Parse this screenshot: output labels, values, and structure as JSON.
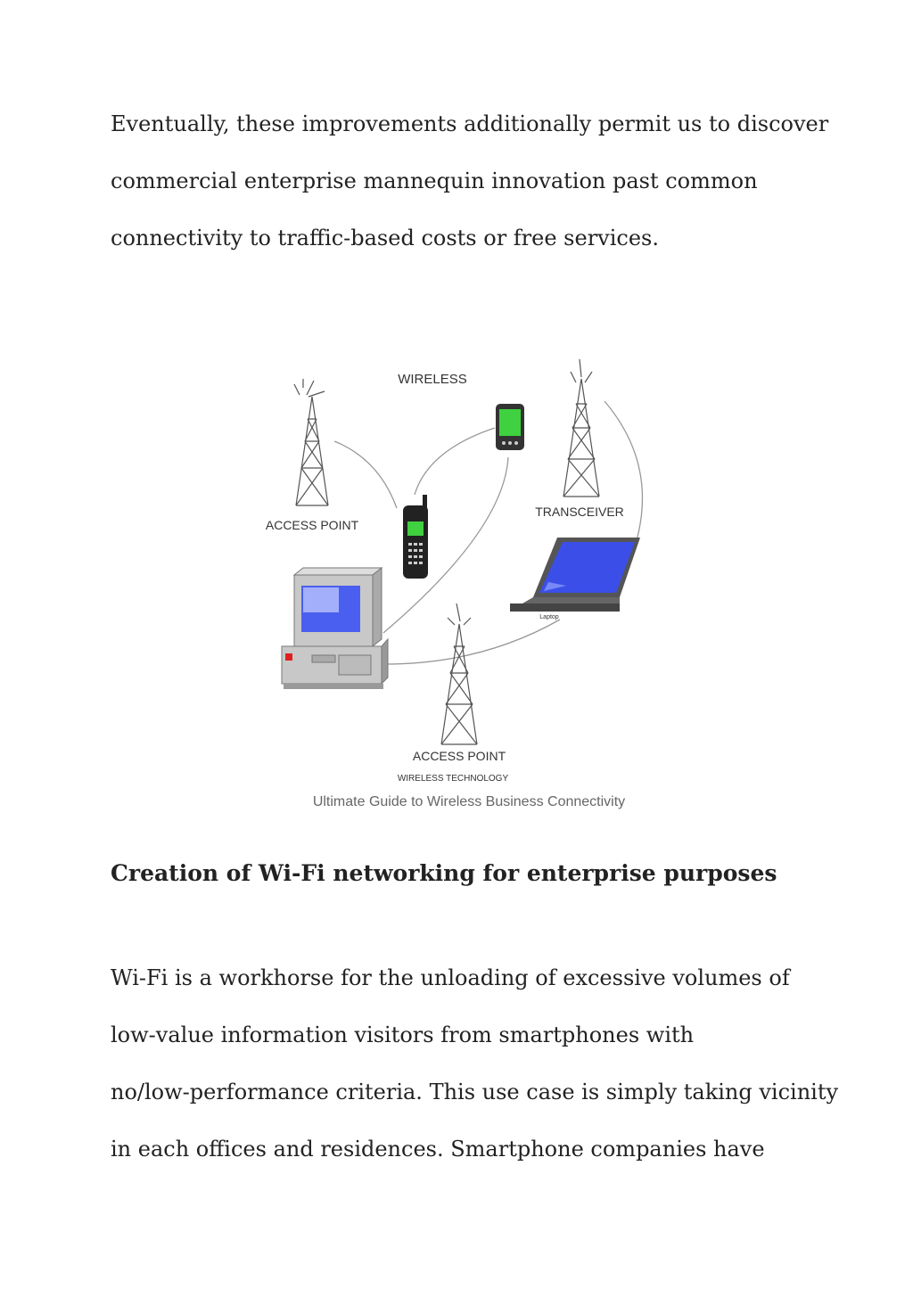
{
  "intro_lines": [
    "Eventually, these improvements additionally permit us to discover",
    "commercial enterprise mannequin innovation past common",
    "connectivity to traffic-based costs or free services."
  ],
  "figure": {
    "labels": {
      "wireless": "WIRELESS",
      "access_point_left": "ACCESS POINT",
      "transceiver": "TRANSCEIVER",
      "access_point_bottom": "ACCESS POINT",
      "technology": "WIRELESS TECHNOLOGY",
      "laptop": "Laptop"
    },
    "caption": "Ultimate Guide to Wireless Business Connectivity"
  },
  "section": {
    "heading": "Creation of Wi-Fi networking for enterprise purposes",
    "lines": [
      "Wi-Fi is a workhorse for the unloading of excessive volumes of",
      "low-value information visitors from smartphones with",
      "no/low-performance criteria. This use case is simply taking vicinity",
      "in each offices and residences. Smartphone companies have"
    ]
  }
}
